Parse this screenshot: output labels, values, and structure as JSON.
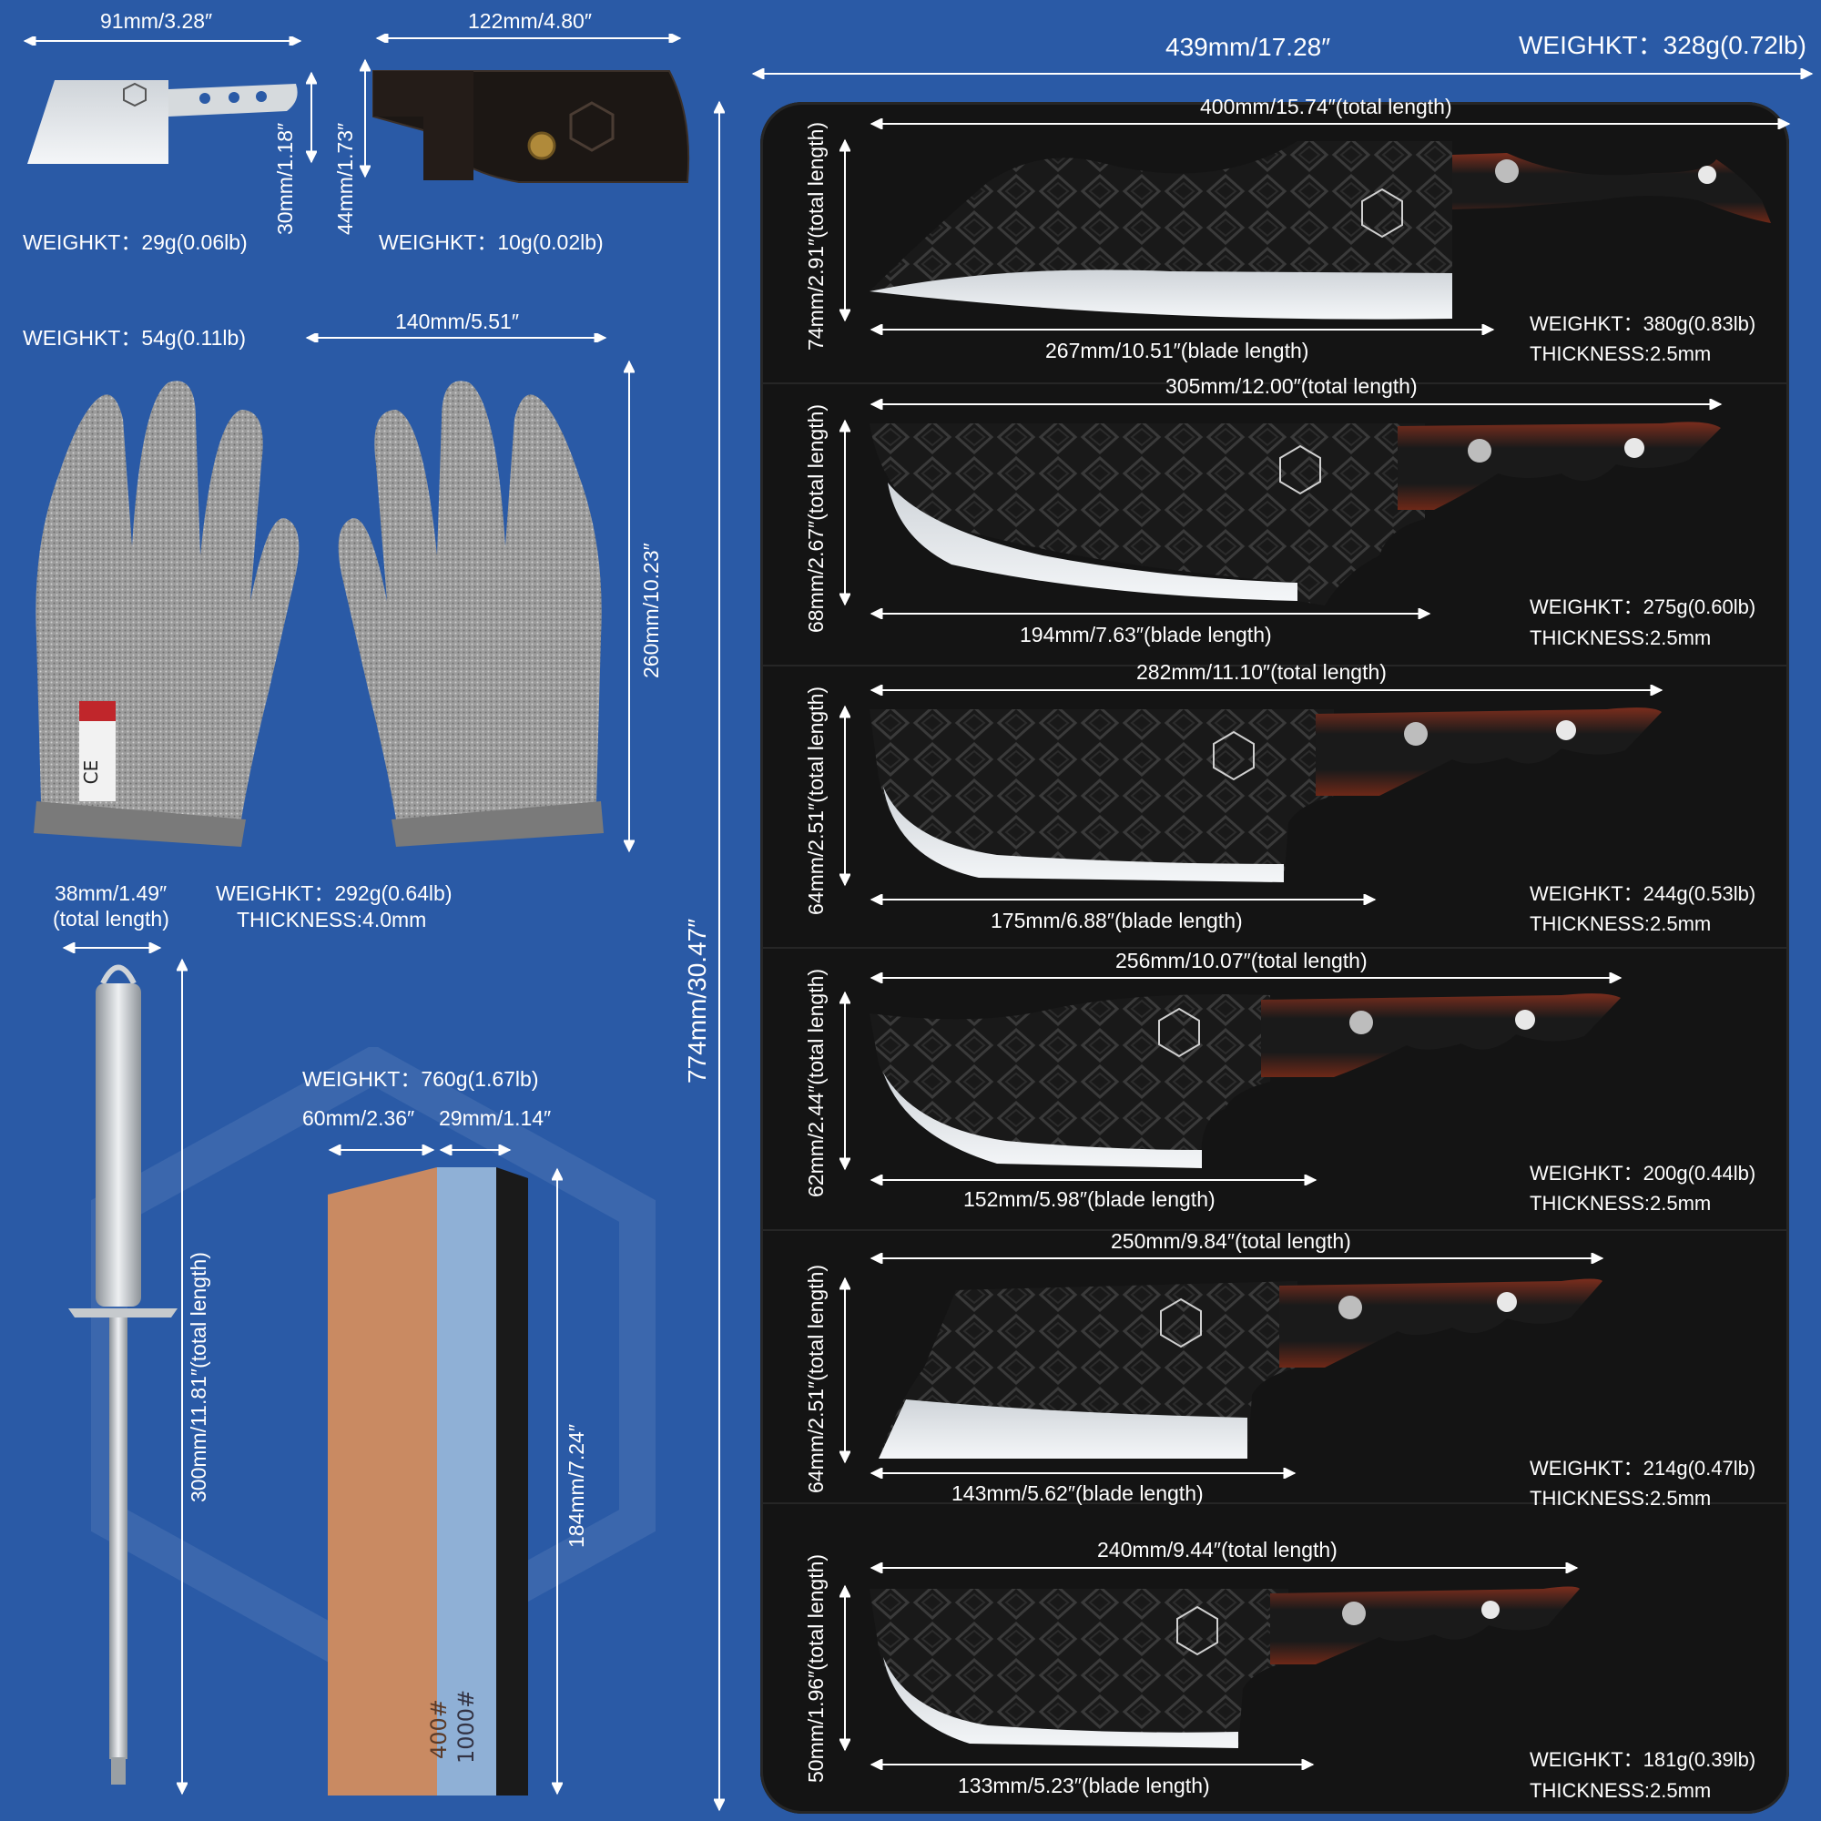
{
  "colors": {
    "background": "#2a5aa6",
    "case": "#141414",
    "blade_dark": "#1b1b1b",
    "blade_edge": "#e6e9ec",
    "handle_wood": "#6a2a1c",
    "handle_black": "#1a1a1a",
    "glove": "#9a9a9a",
    "stone_orange": "#c98a62",
    "stone_blue": "#8fb0d6"
  },
  "icons": {
    "logo": "xyj-hexagon-logo-icon",
    "stamp": "ce-glove-label-icon"
  },
  "small_cleaver": {
    "width": "91mm/3.28″",
    "height": "30mm/1.18″",
    "weight": "WEIGHKT：29g(0.06lb)"
  },
  "sheath": {
    "width": "122mm/4.80″",
    "height": "44mm/1.73″",
    "weight": "WEIGHKT：10g(0.02lb)"
  },
  "gloves": {
    "weight": "WEIGHKT：54g(0.11lb)",
    "width": "140mm/5.51″",
    "height": "260mm/10.23″"
  },
  "rod": {
    "width_line1": "38mm/1.49″",
    "width_line2": "(total length)",
    "weight": "WEIGHKT：292g(0.64lb)",
    "thickness": "THICKNESS:4.0mm",
    "length": "300mm/11.81″(total length)"
  },
  "stone": {
    "weight": "WEIGHKT：760g(1.67lb)",
    "width_a": "60mm/2.36″",
    "width_b": "29mm/1.14″",
    "height": "184mm/7.24″",
    "grit_a": "400#",
    "grit_b": "1000#"
  },
  "case": {
    "width": "439mm/17.28″",
    "weight": "WEIGHKT：328g(0.72lb)",
    "height": "774mm/30.47″"
  },
  "knives": [
    {
      "total": "400mm/15.74″(total length)",
      "blade": "267mm/10.51″(blade length)",
      "height": "74mm/2.91″(total length)",
      "weight": "WEIGHKT：380g(0.83lb)",
      "thickness": "THICKNESS:2.5mm"
    },
    {
      "total": "305mm/12.00″(total length)",
      "blade": "194mm/7.63″(blade length)",
      "height": "68mm/2.67″(total length)",
      "weight": "WEIGHKT：275g(0.60lb)",
      "thickness": "THICKNESS:2.5mm"
    },
    {
      "total": "282mm/11.10″(total length)",
      "blade": "175mm/6.88″(blade length)",
      "height": "64mm/2.51″(total length)",
      "weight": "WEIGHKT：244g(0.53lb)",
      "thickness": "THICKNESS:2.5mm"
    },
    {
      "total": "256mm/10.07″(total length)",
      "blade": "152mm/5.98″(blade length)",
      "height": "62mm/2.44″(total length)",
      "weight": "WEIGHKT：200g(0.44lb)",
      "thickness": "THICKNESS:2.5mm"
    },
    {
      "total": "250mm/9.84″(total length)",
      "blade": "143mm/5.62″(blade length)",
      "height": "64mm/2.51″(total length)",
      "weight": "WEIGHKT：214g(0.47lb)",
      "thickness": "THICKNESS:2.5mm"
    },
    {
      "total": "240mm/9.44″(total length)",
      "blade": "133mm/5.23″(blade length)",
      "height": "50mm/1.96″(total length)",
      "weight": "WEIGHKT：181g(0.39lb)",
      "thickness": "THICKNESS:2.5mm"
    }
  ]
}
